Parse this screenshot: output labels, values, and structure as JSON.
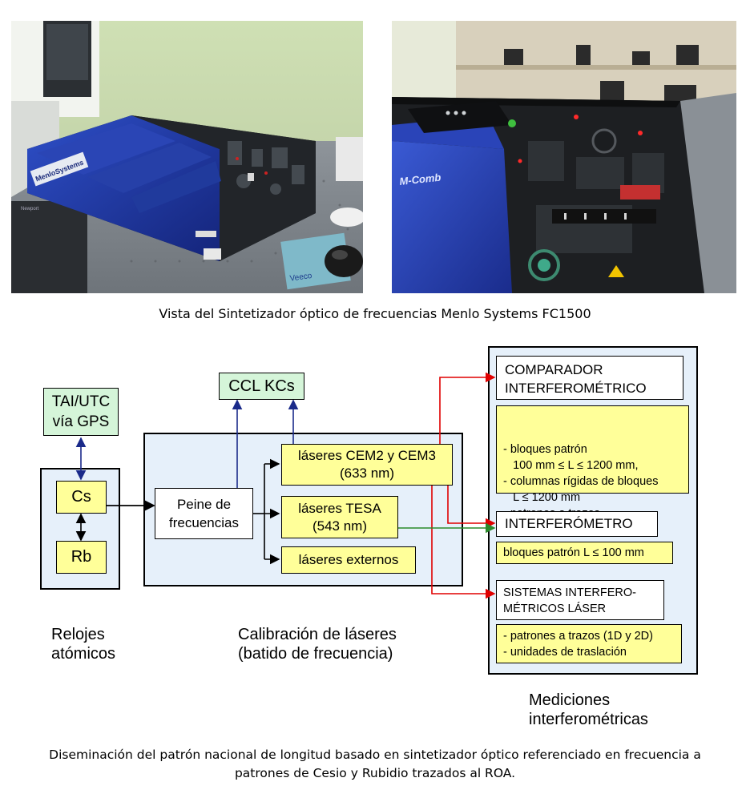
{
  "photo_caption": "Vista del Sintetizador óptico de frecuencias Menlo Systems FC1500",
  "photo_left": {
    "label_brand": "MenloSystems",
    "label_veeco": "Veeco"
  },
  "photo_right": {
    "label_comb": "M-Comb"
  },
  "diagram": {
    "tai_utc": [
      "TAI/UTC",
      "vía GPS"
    ],
    "cs": "Cs",
    "rb": "Rb",
    "ccl": "CCL KCs",
    "peine": [
      "Peine de",
      "frecuencias"
    ],
    "cem": [
      "láseres CEM2 y CEM3",
      "(633 nm)"
    ],
    "tesa": [
      "láseres TESA",
      "(543 nm)"
    ],
    "externos": "láseres externos",
    "comparador": [
      "COMPARADOR",
      "INTERFEROMÉTRICO"
    ],
    "comparador_items": [
      "- bloques patrón",
      "   100 mm ≤ L ≤ 1200 mm,",
      "- columnas rígidas de bloques",
      "   L ≤ 1200 mm",
      "- patrones a trazos"
    ],
    "interferometro": "INTERFERÓMETRO",
    "interferometro_items": "bloques patrón L ≤ 100 mm",
    "sistemas": [
      "SISTEMAS INTERFERO-",
      "MÉTRICOS LÁSER"
    ],
    "sistemas_items": [
      "- patrones a trazos (1D y 2D)",
      "- unidades de traslación"
    ],
    "label_relojes": [
      "Relojes",
      "atómicos"
    ],
    "label_calibracion": [
      "Calibración de láseres",
      "(batido de frecuencia)"
    ],
    "label_mediciones": [
      "Mediciones",
      "interferométricas"
    ]
  },
  "bottom_caption": [
    "Diseminación del patrón nacional de longitud basado en sintetizador óptico referenciado en frecuencia a",
    "patrones de Cesio y Rubidio trazados al ROA."
  ],
  "colors": {
    "panel": "#e6f0fa",
    "green_box": "#d5f5d9",
    "yellow_box": "#ffff99",
    "arrow_blue": "#1a2a8a",
    "arrow_red": "#e00000",
    "arrow_green": "#2a8a2a"
  }
}
